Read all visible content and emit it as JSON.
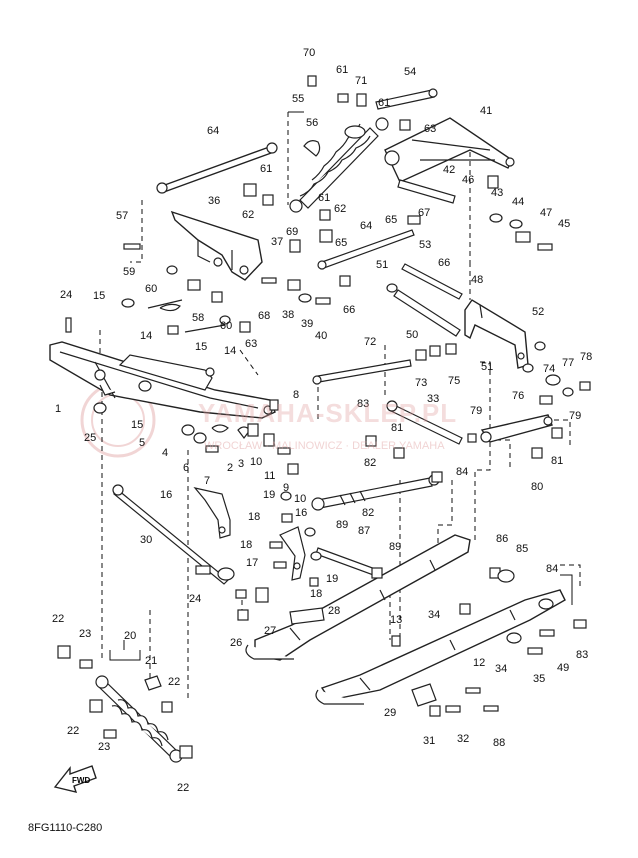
{
  "footer_code": "8FG1110-C280",
  "fwd_label": "FWD",
  "watermark": {
    "main": "YAMAHA-SKLEP.PL",
    "sub": "WROCŁAW · MALINOWICZ · DEALER YAMAHA"
  },
  "callouts": [
    {
      "id": "c70",
      "n": "70"
    },
    {
      "id": "c61a",
      "n": "61"
    },
    {
      "id": "c71",
      "n": "71"
    },
    {
      "id": "c54",
      "n": "54"
    },
    {
      "id": "c55",
      "n": "55"
    },
    {
      "id": "c61b",
      "n": "61"
    },
    {
      "id": "c63a",
      "n": "63"
    },
    {
      "id": "c41",
      "n": "41"
    },
    {
      "id": "c56",
      "n": "56"
    },
    {
      "id": "c64a",
      "n": "64"
    },
    {
      "id": "c42",
      "n": "42"
    },
    {
      "id": "c46",
      "n": "46"
    },
    {
      "id": "c61c",
      "n": "61"
    },
    {
      "id": "c62a",
      "n": "62"
    },
    {
      "id": "c36",
      "n": "36"
    },
    {
      "id": "c61d",
      "n": "61"
    },
    {
      "id": "c62b",
      "n": "62"
    },
    {
      "id": "c67",
      "n": "67"
    },
    {
      "id": "c43",
      "n": "43"
    },
    {
      "id": "c44",
      "n": "44"
    },
    {
      "id": "c65a",
      "n": "65"
    },
    {
      "id": "c47",
      "n": "47"
    },
    {
      "id": "c45",
      "n": "45"
    },
    {
      "id": "c57",
      "n": "57"
    },
    {
      "id": "c69",
      "n": "69"
    },
    {
      "id": "c37",
      "n": "37"
    },
    {
      "id": "c65b",
      "n": "65"
    },
    {
      "id": "c64b",
      "n": "64"
    },
    {
      "id": "c53",
      "n": "53"
    },
    {
      "id": "c66a",
      "n": "66"
    },
    {
      "id": "c59",
      "n": "59"
    },
    {
      "id": "c51a",
      "n": "51"
    },
    {
      "id": "c48",
      "n": "48"
    },
    {
      "id": "c60a",
      "n": "60"
    },
    {
      "id": "c24a",
      "n": "24"
    },
    {
      "id": "c15a",
      "n": "15"
    },
    {
      "id": "c58",
      "n": "58"
    },
    {
      "id": "c68",
      "n": "68"
    },
    {
      "id": "c38",
      "n": "38"
    },
    {
      "id": "c39",
      "n": "39"
    },
    {
      "id": "c66b",
      "n": "66"
    },
    {
      "id": "c60b",
      "n": "60"
    },
    {
      "id": "c52",
      "n": "52"
    },
    {
      "id": "c14a",
      "n": "14"
    },
    {
      "id": "c50",
      "n": "50"
    },
    {
      "id": "c40",
      "n": "40"
    },
    {
      "id": "c15b",
      "n": "15"
    },
    {
      "id": "c63b",
      "n": "63"
    },
    {
      "id": "c14b",
      "n": "14"
    },
    {
      "id": "c72",
      "n": "72"
    },
    {
      "id": "c73",
      "n": "73"
    },
    {
      "id": "c75",
      "n": "75"
    },
    {
      "id": "c77",
      "n": "77"
    },
    {
      "id": "c78",
      "n": "78"
    },
    {
      "id": "c51b",
      "n": "51"
    },
    {
      "id": "c74",
      "n": "74"
    },
    {
      "id": "c1",
      "n": "1"
    },
    {
      "id": "c8",
      "n": "8"
    },
    {
      "id": "c83a",
      "n": "83"
    },
    {
      "id": "c33",
      "n": "33"
    },
    {
      "id": "c76",
      "n": "76"
    },
    {
      "id": "c79a",
      "n": "79"
    },
    {
      "id": "c79b",
      "n": "79"
    },
    {
      "id": "c25",
      "n": "25"
    },
    {
      "id": "c15c",
      "n": "15"
    },
    {
      "id": "c81a",
      "n": "81"
    },
    {
      "id": "c81b",
      "n": "81"
    },
    {
      "id": "c5",
      "n": "5"
    },
    {
      "id": "c4",
      "n": "4"
    },
    {
      "id": "c6",
      "n": "6"
    },
    {
      "id": "c2",
      "n": "2"
    },
    {
      "id": "c3",
      "n": "3"
    },
    {
      "id": "c10a",
      "n": "10"
    },
    {
      "id": "c11",
      "n": "11"
    },
    {
      "id": "c82a",
      "n": "82"
    },
    {
      "id": "c7",
      "n": "7"
    },
    {
      "id": "c9",
      "n": "9"
    },
    {
      "id": "c10b",
      "n": "10"
    },
    {
      "id": "c84a",
      "n": "84"
    },
    {
      "id": "c80",
      "n": "80"
    },
    {
      "id": "c82b",
      "n": "82"
    },
    {
      "id": "c16a",
      "n": "16"
    },
    {
      "id": "c19a",
      "n": "19"
    },
    {
      "id": "c30",
      "n": "30"
    },
    {
      "id": "c18a",
      "n": "18"
    },
    {
      "id": "c16b",
      "n": "16"
    },
    {
      "id": "c89a",
      "n": "89"
    },
    {
      "id": "c87",
      "n": "87"
    },
    {
      "id": "c18b",
      "n": "18"
    },
    {
      "id": "c89b",
      "n": "89"
    },
    {
      "id": "c86",
      "n": "86"
    },
    {
      "id": "c85",
      "n": "85"
    },
    {
      "id": "c17",
      "n": "17"
    },
    {
      "id": "c19b",
      "n": "19"
    },
    {
      "id": "c24b",
      "n": "24"
    },
    {
      "id": "c18c",
      "n": "18"
    },
    {
      "id": "c84b",
      "n": "84"
    },
    {
      "id": "c28",
      "n": "28"
    },
    {
      "id": "c34a",
      "n": "34"
    },
    {
      "id": "c27",
      "n": "27"
    },
    {
      "id": "c22a",
      "n": "22"
    },
    {
      "id": "c26",
      "n": "26"
    },
    {
      "id": "c13",
      "n": "13"
    },
    {
      "id": "c83b",
      "n": "83"
    },
    {
      "id": "c23a",
      "n": "23"
    },
    {
      "id": "c20",
      "n": "20"
    },
    {
      "id": "c21",
      "n": "21"
    },
    {
      "id": "c34b",
      "n": "34"
    },
    {
      "id": "c49",
      "n": "49"
    },
    {
      "id": "c12",
      "n": "12"
    },
    {
      "id": "c35",
      "n": "35"
    },
    {
      "id": "c22b",
      "n": "22"
    },
    {
      "id": "c22c",
      "n": "22"
    },
    {
      "id": "c29",
      "n": "29"
    },
    {
      "id": "c23b",
      "n": "23"
    },
    {
      "id": "c31",
      "n": "31"
    },
    {
      "id": "c32",
      "n": "32"
    },
    {
      "id": "c88",
      "n": "88"
    },
    {
      "id": "c22d",
      "n": "22"
    }
  ]
}
